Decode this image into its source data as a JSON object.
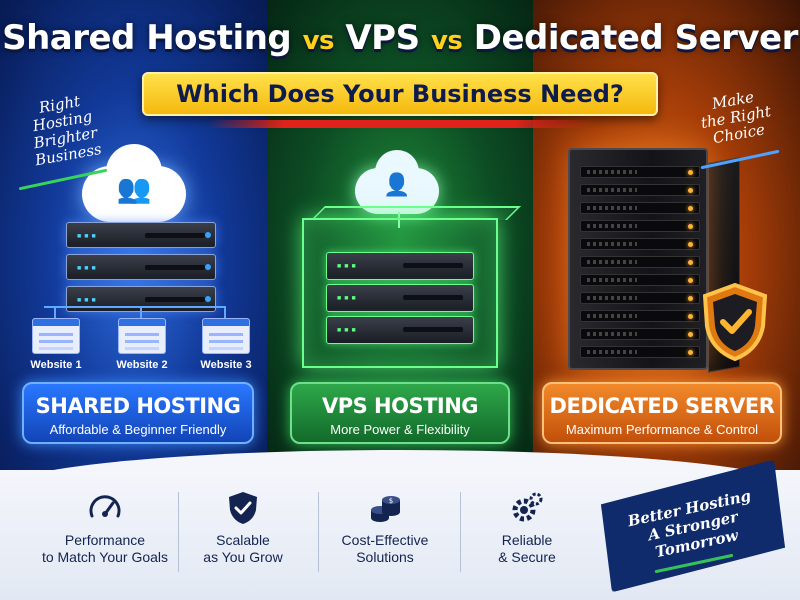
{
  "header": {
    "title_part1": "Shared Hosting",
    "vs1": "vs",
    "title_part2": "VPS",
    "vs2": "vs",
    "title_part3": "Dedicated Server",
    "subtitle": "Which Does Your Business Need?"
  },
  "taglines": {
    "left": [
      "Right",
      "Hosting",
      "Brighter",
      "Business"
    ],
    "right": [
      "Make",
      "the Right",
      "Choice"
    ]
  },
  "panels": {
    "shared": {
      "name": "SHARED HOSTING",
      "description": "Affordable & Beginner Friendly",
      "websites": [
        "Website 1",
        "Website 2",
        "Website 3"
      ],
      "accent": "#2a78ff"
    },
    "vps": {
      "name": "VPS HOSTING",
      "description": "More Power & Flexibility",
      "accent": "#2ea84a"
    },
    "dedicated": {
      "name": "DEDICATED SERVER",
      "description": "Maximum Performance & Control",
      "accent": "#f28a2a"
    }
  },
  "features": [
    {
      "icon": "speedometer-icon",
      "line1": "Performance",
      "line2": "to Match Your Goals"
    },
    {
      "icon": "shield-check-icon",
      "line1": "Scalable",
      "line2": "as You Grow"
    },
    {
      "icon": "coins-icon",
      "line1": "Cost-Effective",
      "line2": "Solutions"
    },
    {
      "icon": "gear-icon",
      "line1": "Reliable",
      "line2": "& Secure"
    }
  ],
  "banner": [
    "Better Hosting",
    "A Stronger",
    "Tomorrow"
  ]
}
